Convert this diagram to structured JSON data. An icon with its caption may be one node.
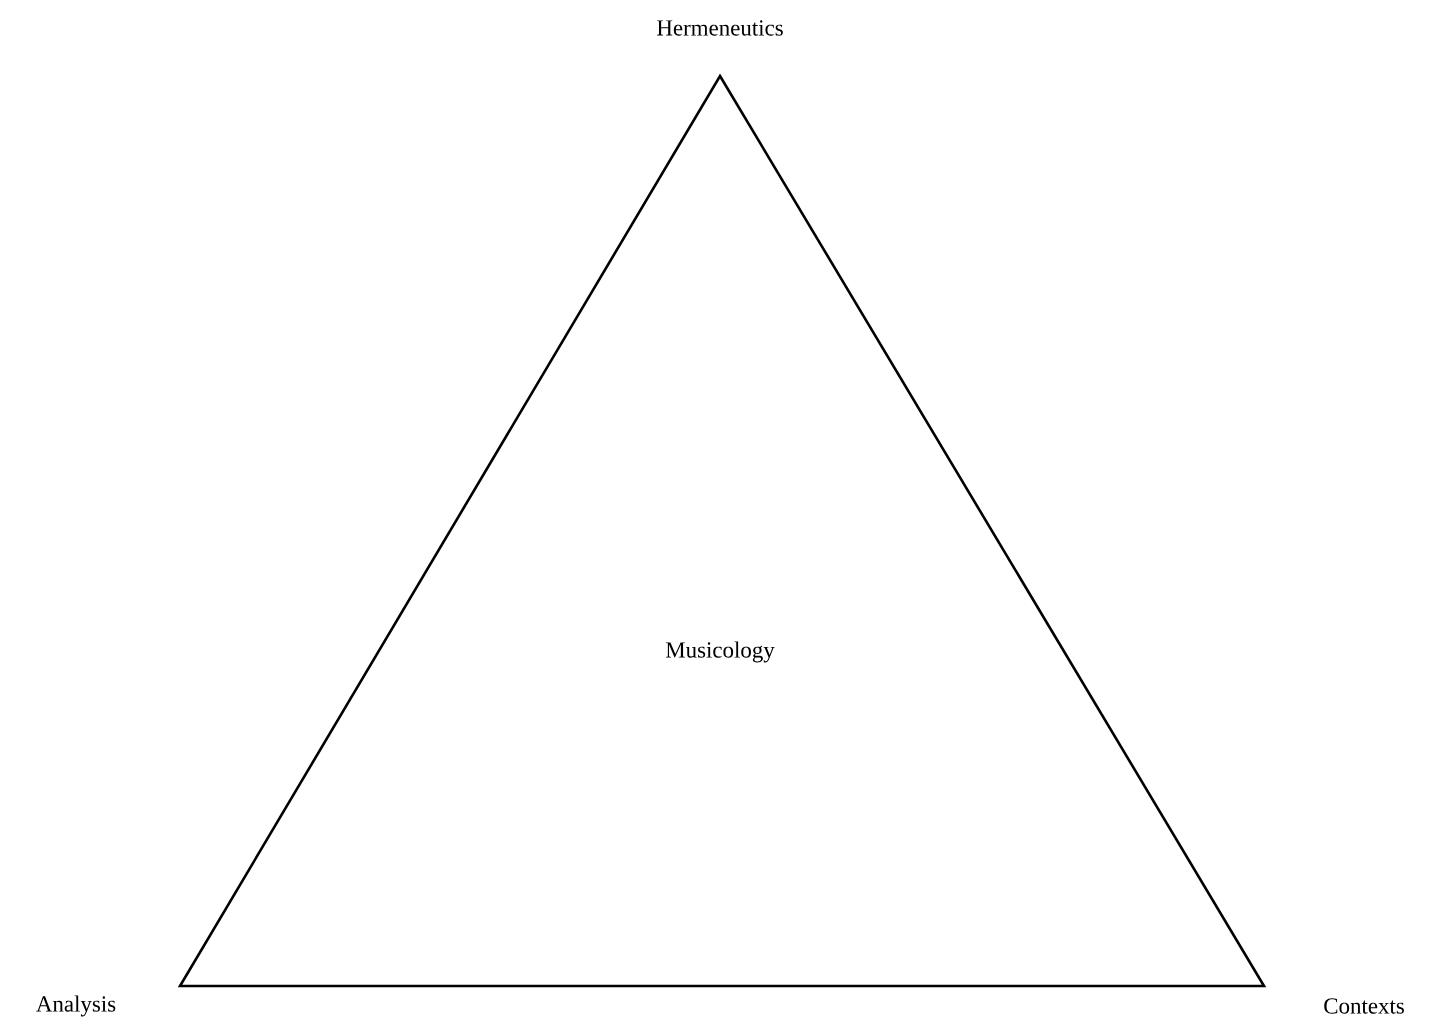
{
  "diagram": {
    "nodes": [
      {
        "text": [
          "Musicology"
        ]
      }
    ],
    "labels": [
      "Hermeneutics",
      "Analysis",
      "Contexts"
    ]
  }
}
